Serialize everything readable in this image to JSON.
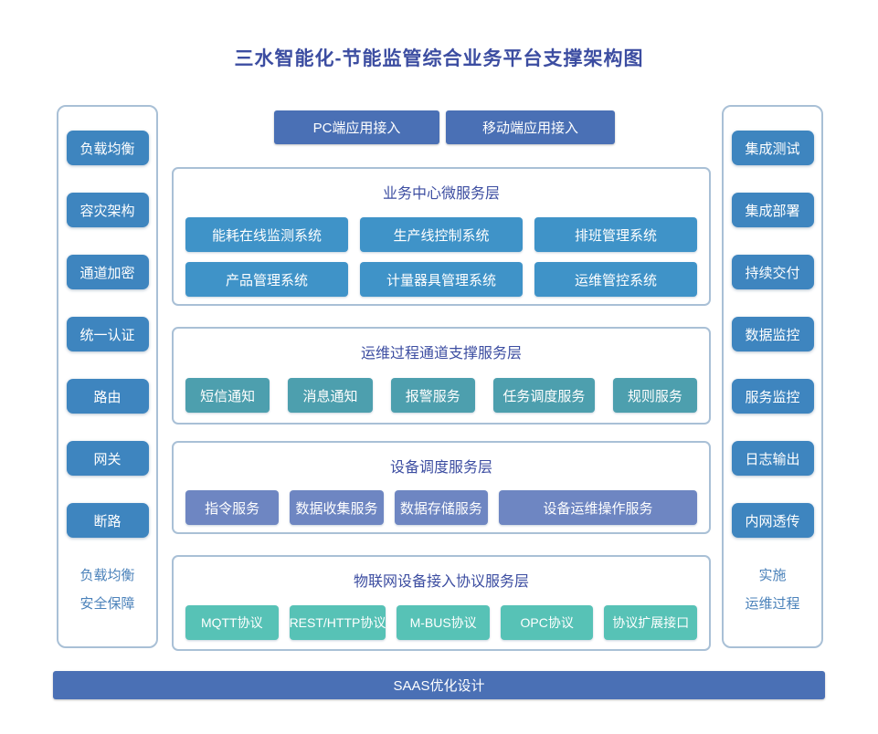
{
  "title": "三水智能化-节能监管综合业务平台支撑架构图",
  "left_sidebar": {
    "items": [
      "负载均衡",
      "容灾架构",
      "通道加密",
      "统一认证",
      "路由",
      "网关",
      "断路"
    ],
    "caption": [
      "负载均衡",
      "安全保障"
    ]
  },
  "right_sidebar": {
    "items": [
      "集成测试",
      "集成部署",
      "持续交付",
      "数据监控",
      "服务监控",
      "日志输出",
      "内网透传"
    ],
    "caption": [
      "实施",
      "运维过程"
    ]
  },
  "access": {
    "pc": "PC端应用接入",
    "mobile": "移动端应用接入"
  },
  "layers": [
    {
      "title": "业务中心微服务层",
      "items": [
        "能耗在线监测系统",
        "生产线控制系统",
        "排班管理系统",
        "产品管理系统",
        "计量器具管理系统",
        "运维管控系统"
      ]
    },
    {
      "title": "运维过程通道支撑服务层",
      "items": [
        "短信通知",
        "消息通知",
        "报警服务",
        "任务调度服务",
        "规则服务"
      ]
    },
    {
      "title": "设备调度服务层",
      "items": [
        "指令服务",
        "数据收集服务",
        "数据存储服务",
        "设备运维操作服务"
      ]
    },
    {
      "title": "物联网设备接入协议服务层",
      "items": [
        "MQTT协议",
        "REST/HTTP协议",
        "M-BUS协议",
        "OPC协议",
        "协议扩展接口"
      ]
    }
  ],
  "footer": {
    "label": "SAAS优化设计"
  },
  "colors": {
    "title_text": "#3c4da1",
    "sidebar_box": "#3e85bf",
    "access_button": "#4a70b5",
    "layer1_box": "#3f93c8",
    "layer2_box": "#4d9fae",
    "layer3_box": "#6e86c2",
    "layer4_box": "#57c2b6",
    "footer_bar": "#4a70b5",
    "panel_border": "#a9c0d6",
    "caption_text": "#4b82ba"
  }
}
